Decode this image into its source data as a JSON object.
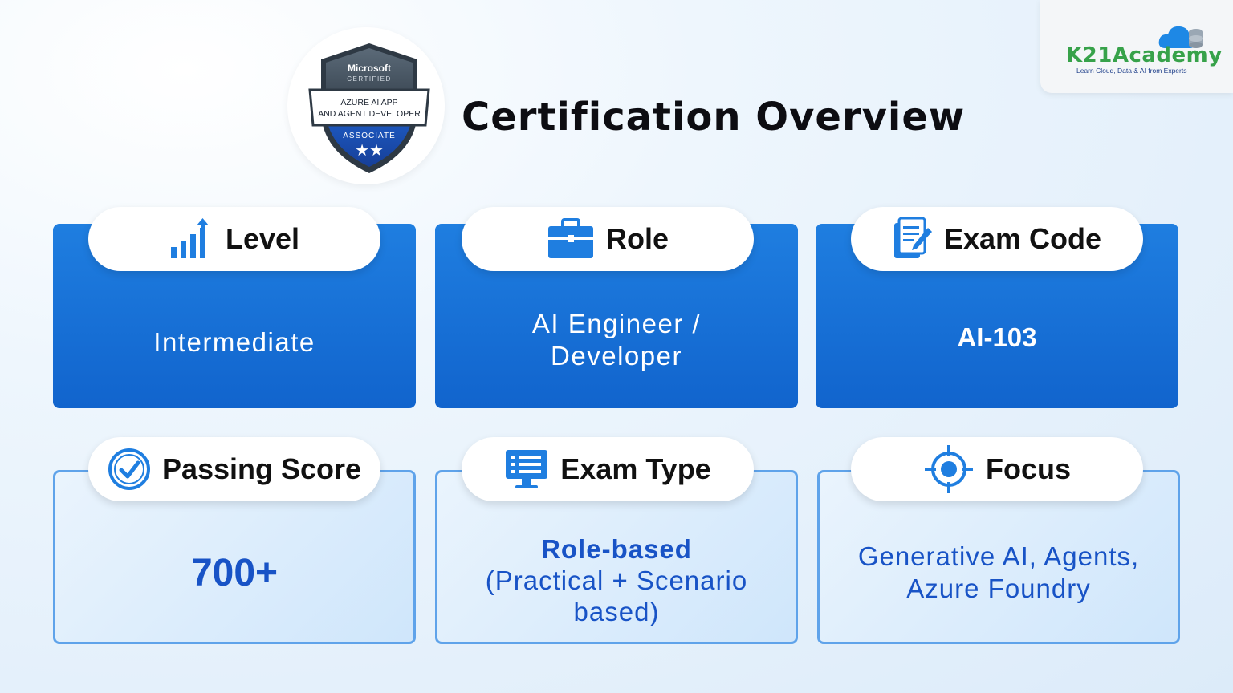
{
  "brand": {
    "name": "K21Academy",
    "tagline": "Learn Cloud, Data & AI from Experts",
    "color": "#37a24a"
  },
  "badge": {
    "line1": "Microsoft",
    "line2": "CERTIFIED",
    "ribbon1": "AZURE AI APP",
    "ribbon2": "AND AGENT DEVELOPER",
    "tier": "ASSOCIATE",
    "stars": "★★"
  },
  "title": "Certification Overview",
  "cards": [
    {
      "label": "Level",
      "icon": "bar-chart-icon",
      "value": "Intermediate"
    },
    {
      "label": "Role",
      "icon": "briefcase-icon",
      "value_line1": "AI Engineer /",
      "value_line2": "Developer"
    },
    {
      "label": "Exam Code",
      "icon": "document-edit-icon",
      "value": "AI-103"
    },
    {
      "label": "Passing Score",
      "icon": "check-circle-icon",
      "value": "700+"
    },
    {
      "label": "Exam Type",
      "icon": "monitor-list-icon",
      "value_line1": "Role-based",
      "value_line2": "(Practical + Scenario",
      "value_line3": "based)"
    },
    {
      "label": "Focus",
      "icon": "target-icon",
      "value_line1": "Generative AI, Agents,",
      "value_line2": "Azure Foundry"
    }
  ],
  "colors": {
    "primary_blue": "#1466d2",
    "accent_blue": "#1853c6",
    "outline": "#5fa3ea"
  }
}
